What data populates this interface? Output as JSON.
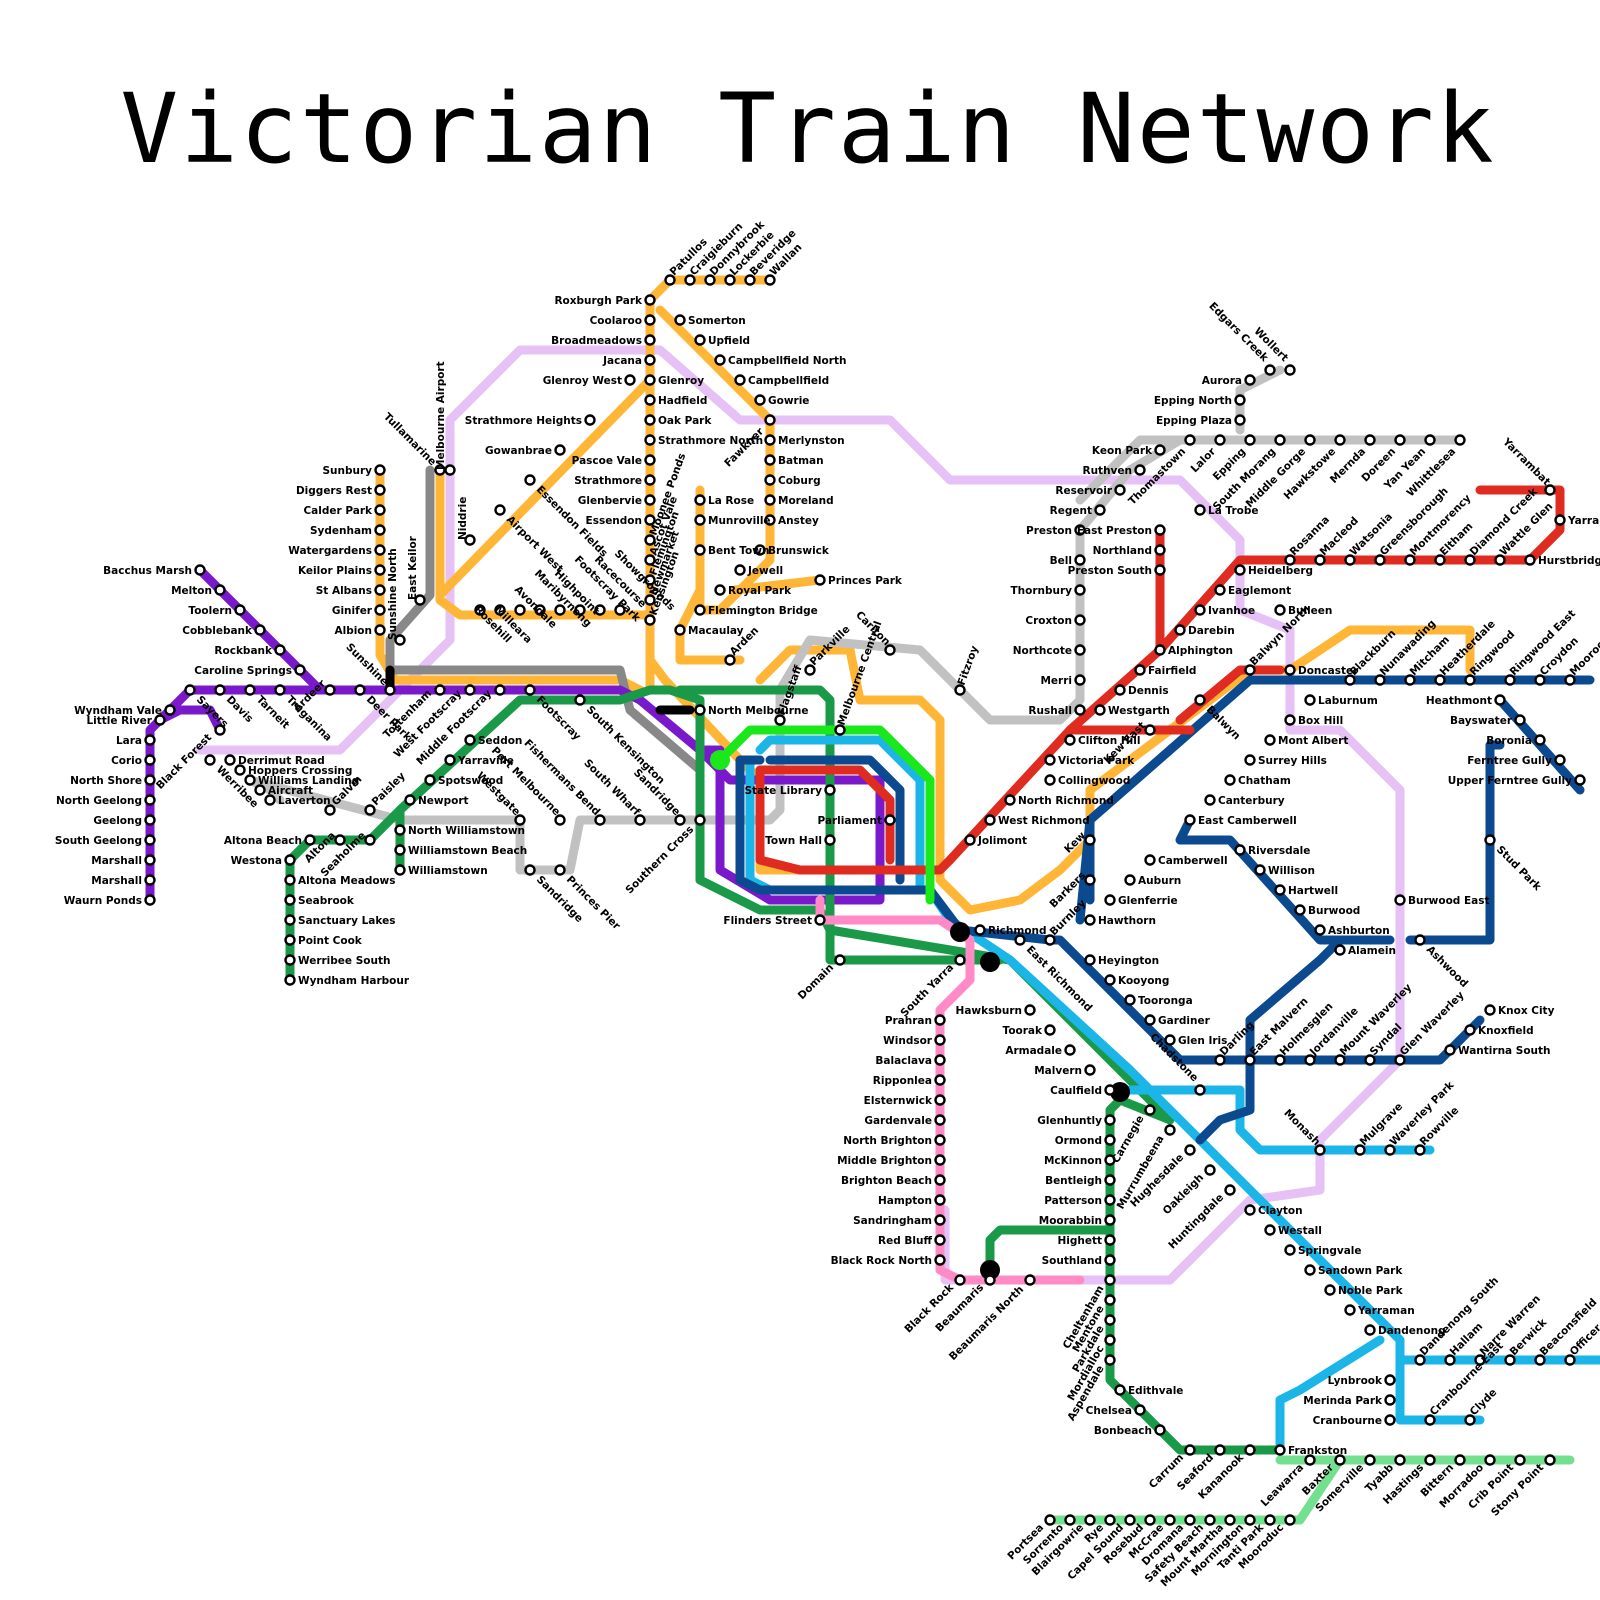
{
  "title": "Victorian Train Network",
  "colors": {
    "werribee_williamstown": "#1a9a48",
    "craigieburn_upfield": "#ffb637",
    "sunbury": "#f9b233",
    "flemington": "#c1c1c1",
    "frankston_stony_point": "#73e090",
    "pakenham_cranbourne": "#1cb5e8",
    "lilydale_belgrave_alamein_glen_waverley": "#0c4a8f",
    "hurstbridge_mernda": "#e02b20",
    "sandringham": "#ff8ac6",
    "geelong_ballarat": "#7a18cc",
    "proposed_orbital": "#e6c1f5",
    "airport_grey": "#888888",
    "city_green": "#1ae81a"
  },
  "labels": {
    "bacchus-marsh": "Bacchus Marsh",
    "melton": "Melton",
    "toolern": "Toolern",
    "cobblebank": "Cobblebank",
    "rockbank": "Rockbank",
    "caroline-springs": "Caroline Springs",
    "wyndham-vale": "Wyndham Vale",
    "little-river": "Little River",
    "lara": "Lara",
    "corio": "Corio",
    "north-shore": "North Shore",
    "north-geelong": "North Geelong",
    "geelong": "Geelong",
    "south-geelong": "South Geelong",
    "marshall-1": "Marshall",
    "marshall-2": "Marshall",
    "waurn-ponds": "Waurn Ponds",
    "sayers": "Sayers",
    "davis": "Davis",
    "tarneit": "Tarneit",
    "truganina": "Truganina",
    "deer-park": "Deer Park",
    "ardeer": "Ardeer",
    "sunshine": "Sunshine",
    "black-forest": "Black Forest",
    "werribee": "Werribee",
    "derrimut-road": "Derrimut Road",
    "hoppers-crossing": "Hoppers Crossing",
    "williams-landing": "Williams Landing",
    "aircraft": "Aircraft",
    "laverton": "Laverton",
    "galvin": "Galvin",
    "paisley": "Paisley",
    "altona-beach": "Altona Beach",
    "westona": "Westona",
    "altona": "Altona",
    "seaholme": "Seaholme",
    "altona-meadows": "Altona Meadows",
    "seabrook": "Seabrook",
    "sanctuary-lakes": "Sanctuary Lakes",
    "point-cook": "Point Cook",
    "werribee-south": "Werribee South",
    "wyndham-harbour": "Wyndham Harbour",
    "newport": "Newport",
    "north-williamstown": "North Williamstown",
    "williamstown-beach": "Williamstown Beach",
    "williamstown": "Williamstown",
    "spotswood": "Spotswood",
    "yarraville": "Yarraville",
    "seddon": "Seddon",
    "middle-footscray": "Middle Footscray",
    "west-footscray": "West Footscray",
    "tottenham": "Tottenham",
    "footscray": "Footscray",
    "south-kensington": "South Kensington",
    "sunbury": "Sunbury",
    "diggers-rest": "Diggers Rest",
    "calder-park": "Calder Park",
    "sydenham": "Sydenham",
    "watergardens": "Watergardens",
    "keilor-plains": "Keilor Plains",
    "st-albans": "St Albans",
    "ginifer": "Ginifer",
    "albion": "Albion",
    "tullamarine": "Tullamarine",
    "melbourne-airport": "Melbourne Airport",
    "east-keilor": "East Keilor",
    "sunshine-north": "Sunshine North",
    "niddrie": "Niddrie",
    "rosehill": "Rosehill",
    "milleara": "Milleara",
    "avondale": "Avondale",
    "maribyrnong": "Maribyrnong",
    "highpoint": "Highpoint",
    "footscray-park": "Footscray Park",
    "racecourse": "Racecourse",
    "showgrounds": "Showgrounds",
    "airport-west": "Airport West",
    "essendon-fields": "Essendon Fields",
    "strathmore-heights": "Strathmore Heights",
    "gowanbrae": "Gowanbrae",
    "glenroy-west": "Glenroy West",
    "roxburgh-park": "Roxburgh Park",
    "coolaroo": "Coolaroo",
    "broadmeadows": "Broadmeadows",
    "jacana": "Jacana",
    "glenroy": "Glenroy",
    "hadfield": "Hadfield",
    "oak-park": "Oak Park",
    "pascoe-vale": "Pascoe Vale",
    "strathmore-north": "Strathmore North",
    "strathmore": "Strathmore",
    "glenbervie": "Glenbervie",
    "essendon": "Essendon",
    "moonee-ponds": "Moonee Ponds",
    "ascot-vale": "Ascot Vale",
    "flemington": "Flemington",
    "newmarket": "Newmarket",
    "kensington": "Kensington",
    "macaulay": "Macaulay",
    "la-rose": "La Rose",
    "munroville": "Munroville",
    "bent-town": "Bent Town",
    "royal-park": "Royal Park",
    "flemington-bridge": "Flemington Bridge",
    "patullos": "Patullos",
    "craigieburn": "Craigieburn",
    "donnybrook": "Donnybrook",
    "lockerbie": "Lockerbie",
    "beveridge": "Beveridge",
    "wallan": "Wallan",
    "somerton": "Somerton",
    "upfield": "Upfield",
    "campbellfield-north": "Campbellfield North",
    "campbellfield": "Campbellfield",
    "gowrie": "Gowrie",
    "fawkner": "Fawkner",
    "merlynston": "Merlynston",
    "batman": "Batman",
    "coburg": "Coburg",
    "moreland": "Moreland",
    "anstey": "Anstey",
    "brunswick": "Brunswick",
    "jewell": "Jewell",
    "princes-park": "Princes Park",
    "arden": "Arden",
    "parkville": "Parkville",
    "north-melbourne": "North Melbourne",
    "flagstaff": "Flagstaff",
    "melbourne-central": "Melbourne Central",
    "state-library": "State Library",
    "parliament": "Parliament",
    "town-hall": "Town Hall",
    "flinders-street": "Flinders Street",
    "southern-cross": "Southern Cross",
    "carlton": "Carlton",
    "fitzroy": "Fitzroy",
    "domain": "Domain",
    "south-yarra": "South Yarra",
    "richmond": "Richmond",
    "east-richmond": "East Richmond",
    "westgate": "Westgate",
    "port-melbourne": "Port Melbourne",
    "fishermans-bend": "Fishermans Bend",
    "south-wharf": "South Wharf",
    "sandridge-1": "Sandridge",
    "sandridge-2": "Sandridge",
    "princes-pier": "Princes Pier",
    "prahran": "Prahran",
    "windsor": "Windsor",
    "balaclava": "Balaclava",
    "ripponlea": "Ripponlea",
    "elsternwick": "Elsternwick",
    "gardenvale": "Gardenvale",
    "north-brighton": "North Brighton",
    "middle-brighton": "Middle Brighton",
    "brighton-beach": "Brighton Beach",
    "hampton": "Hampton",
    "sandringham": "Sandringham",
    "red-bluff": "Red Bluff",
    "black-rock-north": "Black Rock North",
    "black-rock": "Black Rock",
    "beaumaris": "Beaumaris",
    "beaumaris-north": "Beaumaris North",
    "hawksburn": "Hawksburn",
    "toorak": "Toorak",
    "armadale": "Armadale",
    "malvern": "Malvern",
    "caulfield": "Caulfield",
    "glenhuntly": "Glenhuntly",
    "ormond": "Ormond",
    "mckinnon": "McKinnon",
    "bentleigh": "Bentleigh",
    "patterson": "Patterson",
    "moorabbin": "Moorabbin",
    "highett": "Highett",
    "southland": "Southland",
    "cheltenham": "Cheltenham",
    "mentone": "Mentone",
    "parkdale": "Parkdale",
    "mordialloc": "Mordialloc",
    "aspendale": "Aspendale",
    "edithvale": "Edithvale",
    "chelsea": "Chelsea",
    "bonbeach": "Bonbeach",
    "carrum": "Carrum",
    "seaford": "Seaford",
    "kananook": "Kananook",
    "frankston": "Frankston",
    "leawarra": "Leawarra",
    "baxter": "Baxter",
    "somerville": "Somerville",
    "tyabb": "Tyabb",
    "hastings": "Hastings",
    "bittern": "Bittern",
    "morradoo": "Morradoo",
    "crib-point": "Crib Point",
    "stony-point": "Stony Point",
    "portsea": "Portsea",
    "sorrento": "Sorrento",
    "blairgowrie": "Blairgowrie",
    "rye": "Rye",
    "capel-sound": "Capel Sound",
    "rosebud": "Rosebud",
    "mccrae": "McCrae",
    "dromana": "Dromana",
    "safety-beach": "Safety Beach",
    "mount-martha": "Mount Martha",
    "mornington": "Mornington",
    "tanti-park": "Tanti Park",
    "mooroduc": "Mooroduc",
    "carnegie": "Carnegie",
    "murrumbeena": "Murrumbeena",
    "hughesdale": "Hughesdale",
    "oakleigh": "Oakleigh",
    "huntingdale": "Huntingdale",
    "clayton": "Clayton",
    "westall": "Westall",
    "springvale": "Springvale",
    "sandown-park": "Sandown Park",
    "noble-park": "Noble Park",
    "yarraman": "Yarraman",
    "dandenong": "Dandenong",
    "dandenong-south": "Dandenong South",
    "hallam": "Hallam",
    "narre-warren": "Narre Warren",
    "berwick": "Berwick",
    "beaconsfield": "Beaconsfield",
    "officer": "Officer",
    "lynbrook": "Lynbrook",
    "merinda-park": "Merinda Park",
    "cranbourne": "Cranbourne",
    "cranbourne-east": "Cranbourne East",
    "clyde": "Clyde",
    "monash": "Monash",
    "mulgrave": "Mulgrave",
    "waverley-park": "Waverley Park",
    "rowville": "Rowville",
    "chadstone": "Chadstone",
    "burnley": "Burnley",
    "heyington": "Heyington",
    "kooyong": "Kooyong",
    "tooronga": "Tooronga",
    "gardiner": "Gardiner",
    "glen-iris": "Glen Iris",
    "darling": "Darling",
    "east-malvern": "East Malvern",
    "holmesglen": "Holmesglen",
    "jordanville": "Jordanville",
    "mount-waverley": "Mount Waverley",
    "syndal": "Syndal",
    "glen-waverley": "Glen Waverley",
    "wantirna-south": "Wantirna South",
    "knoxfield": "Knoxfield",
    "knox-city": "Knox City",
    "hawthorn": "Hawthorn",
    "glenferrie": "Glenferrie",
    "auburn": "Auburn",
    "camberwell": "Camberwell",
    "east-camberwell": "East Camberwell",
    "canterbury": "Canterbury",
    "chatham": "Chatham",
    "surrey-hills": "Surrey Hills",
    "mont-albert": "Mont Albert",
    "box-hill": "Box Hill",
    "laburnum": "Laburnum",
    "blackburn": "Blackburn",
    "nunawading": "Nunawading",
    "mitcham": "Mitcham",
    "heatherdale": "Heatherdale",
    "ringwood": "Ringwood",
    "ringwood-east": "Ringwood East",
    "croydon": "Croydon",
    "mooroolbark": "Mooroolbark",
    "heathmont": "Heathmont",
    "bayswater": "Bayswater",
    "boronia": "Boronia",
    "ferntree-gully": "Ferntree Gully",
    "upper-ferntree-gully": "Upper Ferntree Gully",
    "stud-park": "Stud Park",
    "burwood-east": "Burwood East",
    "ashwood": "Ashwood",
    "riversdale": "Riversdale",
    "willison": "Willison",
    "hartwell": "Hartwell",
    "burwood": "Burwood",
    "ashburton": "Ashburton",
    "alamein": "Alamein",
    "kew": "Kew",
    "barkers": "Barkers",
    "kew-east": "Kew East",
    "balwyn": "Balwyn",
    "balwyn-north": "Balwyn North",
    "doncaster": "Doncaster",
    "jolimont": "Jolimont",
    "west-richmond": "West Richmond",
    "north-richmond": "North Richmond",
    "collingwood": "Collingwood",
    "victoria-park": "Victoria Park",
    "clifton-hill": "Clifton Hill",
    "westgarth": "Westgarth",
    "dennis": "Dennis",
    "fairfield": "Fairfield",
    "alphington": "Alphington",
    "darebin": "Darebin",
    "ivanhoe": "Ivanhoe",
    "eaglemont": "Eaglemont",
    "heidelberg": "Heidelberg",
    "rosanna": "Rosanna",
    "macleod": "Macleod",
    "watsonia": "Watsonia",
    "greensborough": "Greensborough",
    "montmorency": "Montmorency",
    "eltham": "Eltham",
    "diamond-creek": "Diamond Creek",
    "wattle-glen": "Wattle Glen",
    "hurstbridge": "Hurstbridge",
    "yarrambat": "Yarrambat",
    "yarra": "Yarra",
    "bulleen": "Bulleen",
    "la-trobe": "La Trobe",
    "east-preston": "East Preston",
    "northland": "Northland",
    "preston-south": "Preston South",
    "rushall": "Rushall",
    "merri": "Merri",
    "northcote": "Northcote",
    "croxton": "Croxton",
    "thornbury": "Thornbury",
    "bell": "Bell",
    "preston": "Preston",
    "regent": "Regent",
    "reservoir": "Reservoir",
    "ruthven": "Ruthven",
    "keon-park": "Keon Park",
    "thomastown": "Thomastown",
    "lalor": "Lalor",
    "epping": "Epping",
    "epping-plaza": "Epping Plaza",
    "epping-north": "Epping North",
    "aurora": "Aurora",
    "edgars-creek": "Edgars Creek",
    "wollert": "Wollert",
    "south-morang": "South Morang",
    "middle-gorge": "Middle Gorge",
    "hawkstowe": "Hawkstowe",
    "mernda": "Mernda",
    "doreen": "Doreen",
    "yan-yean": "Yan Yean",
    "whittlesea": "Whittlesea"
  }
}
